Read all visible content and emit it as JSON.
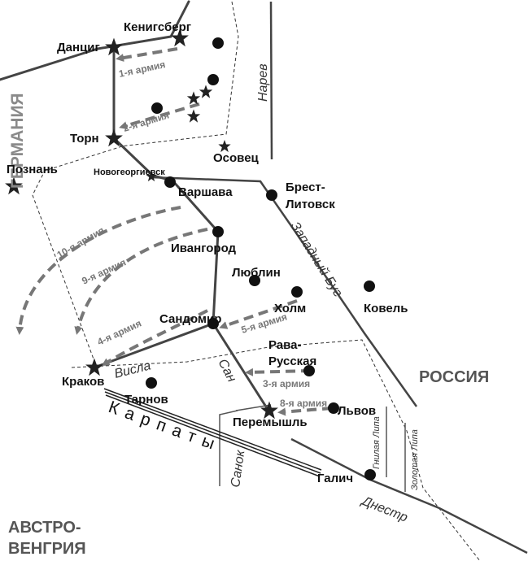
{
  "map": {
    "countries": {
      "germany": "ГЕРМАНИЯ",
      "russia": "РОССИЯ",
      "austria_line1": "АВСТРО-",
      "austria_line2": "ВЕНГРИЯ"
    },
    "cities": {
      "konigsberg": "Кенигсберг",
      "danzig": "Данциг",
      "thorn": "Торн",
      "poznan": "Познань",
      "osowiec": "Осовец",
      "novogeorgievsk": "Новогеоргиевск",
      "warsaw": "Варшава",
      "brest_line1": "Брест-",
      "brest_line2": "Литовск",
      "ivangorod": "Ивангород",
      "lublin": "Люблин",
      "kholm": "Холм",
      "kovel": "Ковель",
      "sandomir": "Сандомир",
      "rava_line1": "Рава-",
      "rava_line2": "Русская",
      "krakow": "Краков",
      "tarnow": "Тарнов",
      "peremyshl": "Перемышль",
      "lvov": "Львов",
      "galich": "Галич"
    },
    "rivers": {
      "narew": "Нарев",
      "western_bug": "Западный Буг",
      "vistula": "Висла",
      "san": "Сан",
      "sanok": "Санок",
      "gnila_lipa": "Гнилая Липа",
      "zolota_lipa": "Золотая Липа",
      "dniester": "Днестр"
    },
    "mountains": "Карпаты",
    "armies": {
      "a1": "1-я армия",
      "a2": "2-я армия",
      "a3": "3-я армия",
      "a4": "4-я армия",
      "a5": "5-я армия",
      "a8": "8-я армия",
      "a9": "9-я армия",
      "a10": "10-я армия"
    }
  }
}
